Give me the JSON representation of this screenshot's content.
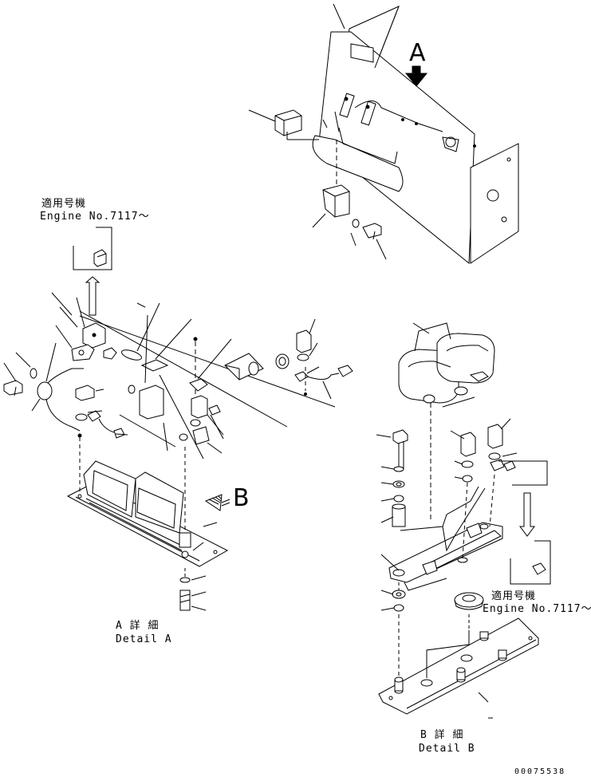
{
  "view_labels": {
    "view_a": "A",
    "view_b": "B"
  },
  "notes": {
    "applicable_left_jp": "適用号機",
    "applicable_left_en": "Engine No.7117～",
    "applicable_right_jp": "適用号機",
    "applicable_right_en": "Engine No.7117～"
  },
  "details": {
    "detail_a_jp": "A 詳 細",
    "detail_a_en": "Detail A",
    "detail_b_jp": "B 詳 細",
    "detail_b_en": "Detail B"
  },
  "drawing_id": "00075538",
  "icons": [
    "arrow-down-icon",
    "arrow-up-hollow-icon",
    "arrow-hatched-icon"
  ]
}
